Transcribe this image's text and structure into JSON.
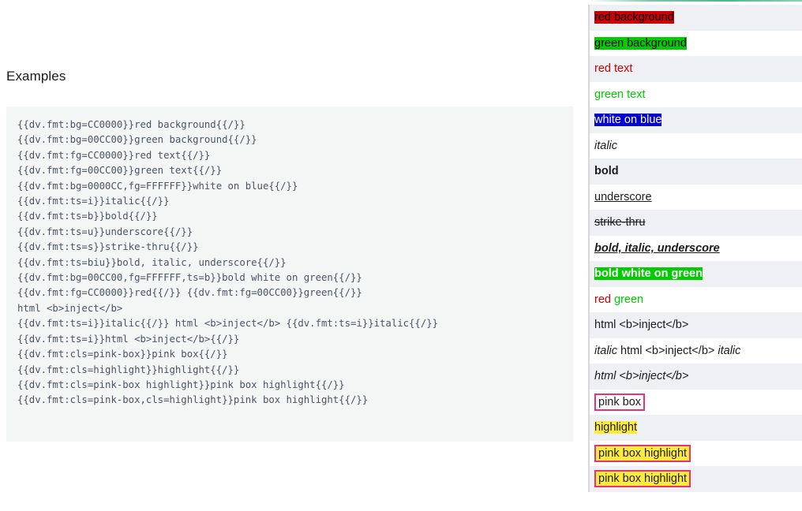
{
  "page": {
    "title": "Examples"
  },
  "code": {
    "lines": [
      "{{dv.fmt:bg=CC0000}}red background{{/}}",
      "{{dv.fmt:bg=00CC00}}green background{{/}}",
      "{{dv.fmt:fg=CC0000}}red text{{/}}",
      "{{dv.fmt:fg=00CC00}}green text{{/}}",
      "{{dv.fmt:bg=0000CC,fg=FFFFFF}}white on blue{{/}}",
      "{{dv.fmt:ts=i}}italic{{/}}",
      "{{dv.fmt:ts=b}}bold{{/}}",
      "{{dv.fmt:ts=u}}underscore{{/}}",
      "{{dv.fmt:ts=s}}strike-thru{{/}}",
      "{{dv.fmt:ts=biu}}bold, italic, underscore{{/}}",
      "{{dv.fmt:bg=00CC00,fg=FFFFFF,ts=b}}bold white on green{{/}}",
      "{{dv.fmt:fg=CC0000}}red{{/}} {{dv.fmt:fg=00CC00}}green{{/}}",
      "html <b>inject</b>",
      "{{dv.fmt:ts=i}}italic{{/}} html <b>inject</b> {{dv.fmt:ts=i}}italic{{/}}",
      "{{dv.fmt:ts=i}}html <b>inject</b>{{/}}",
      "{{dv.fmt:cls=pink-box}}pink box{{/}}",
      "{{dv.fmt:cls=highlight}}highlight{{/}}",
      "{{dv.fmt:cls=pink-box highlight}}pink box highlight{{/}}",
      "{{dv.fmt:cls=pink-box,cls=highlight}}pink box highlight{{/}}"
    ]
  },
  "rendered": {
    "rows": [
      {
        "text": "red background",
        "style": "bg-red"
      },
      {
        "text": "green background",
        "style": "bg-green"
      },
      {
        "text": "red text",
        "style": "fg-red"
      },
      {
        "text": "green text",
        "style": "fg-green"
      },
      {
        "text": "white on blue",
        "style": "bg-blue"
      },
      {
        "text": "italic",
        "style": "ts-i"
      },
      {
        "text": "bold",
        "style": "ts-b"
      },
      {
        "text": "underscore",
        "style": "ts-u"
      },
      {
        "text": "strike-thru",
        "style": "ts-s"
      },
      {
        "text": "bold, italic, underscore",
        "style": "ts-biu"
      },
      {
        "text": "bold white on green",
        "style": "bwg"
      },
      {
        "text": "red green",
        "style": "split-red-green",
        "parts": [
          {
            "text": "red",
            "style": "fg-red"
          },
          {
            "text": "green",
            "style": "fg-green"
          }
        ]
      },
      {
        "text": "html <b>inject</b>",
        "style": "plain"
      },
      {
        "text": "italic html <b>inject</b> italic",
        "style": "split-italic",
        "parts": [
          {
            "text": "italic",
            "style": "ts-i"
          },
          {
            "text": "html <b>inject</b>",
            "style": "plain"
          },
          {
            "text": "italic",
            "style": "ts-i"
          }
        ]
      },
      {
        "text": "html <b>inject</b>",
        "style": "ts-i"
      },
      {
        "text": "pink box",
        "style": "pink-box"
      },
      {
        "text": "highlight",
        "style": "highlight"
      },
      {
        "text": "pink box highlight",
        "style": "pink-box highlight"
      },
      {
        "text": "pink box highlight",
        "style": "pink-box highlight"
      }
    ]
  },
  "colors": {
    "red": "#CC0000",
    "green": "#00CC00",
    "blue": "#0000CC",
    "white": "#FFFFFF",
    "pink_border": "#E8336D",
    "highlight_yellow": "#FFEB3B",
    "code_background": "#F4F5F5",
    "code_text": "#4A5562",
    "row_alt_background": "#EFF0F4",
    "accent_line": "#56B48A"
  }
}
